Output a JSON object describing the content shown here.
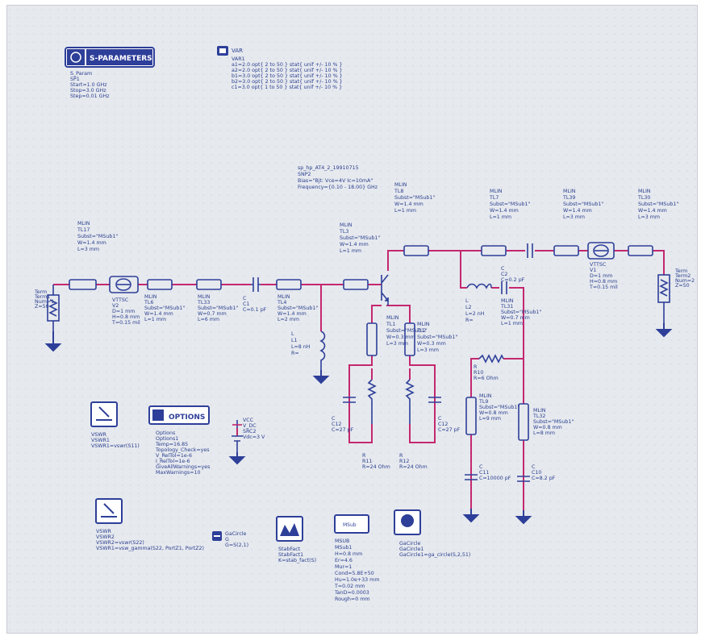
{
  "colors": {
    "canvas": "#e6e9ee",
    "wire": "#c4286f",
    "component": "#2e3f99",
    "text": "#2a3f8f",
    "ground": "#2e3f99"
  },
  "sparams": {
    "header": "S-PARAMETERS",
    "lines": [
      "S_Param",
      "SP1",
      "Start=1.0 GHz",
      "Stop=3.0 GHz",
      "Step=0.01 GHz"
    ]
  },
  "var": {
    "header": "VAR",
    "lines": [
      "VAR1",
      "a1=2.0 opt{ 2 to 50 } stat{ unif +/- 10 % }",
      "a2=2.0 opt{ 2 to 50 } stat{ unif +/- 10 % }",
      "b1=3.0 opt{ 2 to 50 } stat{ unif +/- 10 % }",
      "b2=3.0 opt{ 2 to 50 } stat{ unif +/- 10 % }",
      "c1=3.0 opt{ 1 to 50 } stat{ unif +/- 10 % }"
    ]
  },
  "sp_block": {
    "lines": [
      "sp_hp_AT4_2_19910715",
      "SNP2",
      "Bias=\"Bjt: Vce=4V Ic=10mA\"",
      "Frequency={0.10 - 18.00} GHz"
    ]
  },
  "term1": {
    "lines": [
      "Term",
      "Term1",
      "Num=1",
      "Z=50"
    ]
  },
  "term2": {
    "lines": [
      "Term",
      "Term2",
      "Num=2",
      "Z=50"
    ]
  },
  "tl1": {
    "lines": [
      "MLIN",
      "TL17",
      "Subst=\"MSub1\"",
      "W=1.4 mm",
      "L=3 mm"
    ]
  },
  "vtsc2": {
    "lines": [
      "VTTSC",
      "V2",
      "D=1 mm",
      "H=0.8 mm",
      "T=0.15 mil"
    ]
  },
  "tl_a": {
    "lines": [
      "MLIN",
      "TL6",
      "Subst=\"MSub1\"",
      "W=1.4 mm",
      "L=1 mm"
    ]
  },
  "tl_b": {
    "lines": [
      "MLIN",
      "TL33",
      "Subst=\"MSub1\"",
      "W=0.7 mm",
      "L=6 mm"
    ]
  },
  "c1": {
    "lines": [
      "C",
      "C1",
      "C=0.1 pF"
    ]
  },
  "tl4": {
    "lines": [
      "MLIN",
      "TL4",
      "Subst=\"MSub1\"",
      "W=1.4 mm",
      "L=2 mm"
    ]
  },
  "tl3": {
    "lines": [
      "MLIN",
      "TL3",
      "Subst=\"MSub1\"",
      "W=1.4 mm",
      "L=1 mm"
    ]
  },
  "tl8": {
    "lines": [
      "MLIN",
      "TL8",
      "Subst=\"MSub1\"",
      "W=1.4 mm",
      "L=1 mm"
    ]
  },
  "l1": {
    "lines": [
      "L",
      "L1",
      "L=8 nH",
      "R="
    ]
  },
  "tl1v": {
    "lines": [
      "MLIN",
      "TL1",
      "Subst=\"MSub1\"",
      "W=0.3 mm",
      "L=3 mm"
    ]
  },
  "tl2v": {
    "lines": [
      "MLIN",
      "TL2",
      "Subst=\"MSub1\"",
      "W=0.3 mm",
      "L=3 mm"
    ]
  },
  "tl7": {
    "lines": [
      "MLIN",
      "TL7",
      "Subst=\"MSub1\"",
      "W=1.4 mm",
      "L=1 mm"
    ]
  },
  "tl39": {
    "lines": [
      "MLIN",
      "TL39",
      "Subst=\"MSub1\"",
      "W=1.4 mm",
      "L=3 mm"
    ]
  },
  "tl30": {
    "lines": [
      "MLIN",
      "TL30",
      "Subst=\"MSub1\"",
      "W=1.4 mm",
      "L=3 mm"
    ]
  },
  "vtsc1": {
    "lines": [
      "VTTSC",
      "V1",
      "D=1 mm",
      "H=0.8 mm",
      "T=0.15 mil"
    ]
  },
  "c2": {
    "lines": [
      "C",
      "C2",
      "C=0.2 pF"
    ]
  },
  "l2": {
    "lines": [
      "L",
      "L2",
      "L=2 nH",
      "R="
    ]
  },
  "tl31": {
    "lines": [
      "MLIN",
      "TL31",
      "Subst=\"MSub1\"",
      "W=0.7 mm",
      "L=1 mm"
    ]
  },
  "r10": {
    "lines": [
      "R",
      "R10",
      "R=6 Ohm"
    ]
  },
  "tl_c": {
    "lines": [
      "MLIN",
      "TL9",
      "Subst=\"MSub1\"",
      "W=0.8 mm",
      "L=9 mm"
    ]
  },
  "tl32": {
    "lines": [
      "MLIN",
      "TL32",
      "Subst=\"MSub1\"",
      "W=0.8 mm",
      "L=8 mm"
    ]
  },
  "c11": {
    "lines": [
      "C",
      "C11",
      "C=10000 pF"
    ]
  },
  "c10": {
    "lines": [
      "C",
      "C10",
      "C=8.2 pF"
    ]
  },
  "c12": {
    "lines": [
      "C",
      "C12",
      "C=27 pF"
    ]
  },
  "c2b": {
    "lines": [
      "C",
      "C12",
      "C=27 pF"
    ]
  },
  "r11": {
    "lines": [
      "R",
      "R11",
      "R=24 Ohm"
    ]
  },
  "r12": {
    "lines": [
      "R",
      "R12",
      "R=24 Ohm"
    ]
  },
  "vdc": {
    "lines": [
      "VCC",
      "V_DC",
      "SRC2",
      "Vdc=3 V"
    ]
  },
  "vswr": {
    "lines": [
      "VSWR",
      "VSWR1",
      "VSWR1=vswr(S11)"
    ]
  },
  "options": {
    "header": "OPTIONS",
    "lines": [
      "Options",
      "Options1",
      "Temp=16.85",
      "Topology_Check=yes",
      "V_RelTol=1e-6",
      "I_RelTol=1e-6",
      "GiveAllWarnings=yes",
      "MaxWarnings=10"
    ]
  },
  "vswr2": {
    "lines": [
      "VSWR",
      "VSWR2",
      "VSWR2=vswr(S22)",
      "VSWR1=vsw_gamma(S22, PortZ1, PortZ2)"
    ]
  },
  "ga": {
    "lines": [
      "GaCircle",
      "G",
      "G=S(2,1)"
    ]
  },
  "stab": {
    "lines": [
      "StabFact",
      "StabFact1",
      "K=stab_fact(S)"
    ]
  },
  "msub": {
    "header": "MSub",
    "lines": [
      "MSUB",
      "MSub1",
      "H=0.8 mm",
      "Er=4.6",
      "Mur=1",
      "Cond=5.8E+50",
      "Hu=1.0e+33 mm",
      "T=0.02 mm",
      "TanD=0.0003",
      "Rough=0 mm"
    ]
  },
  "gacircle": {
    "lines": [
      "GaCircle",
      "GaCircle1",
      "GaCircle1=ga_circle(S,2,51)"
    ]
  }
}
